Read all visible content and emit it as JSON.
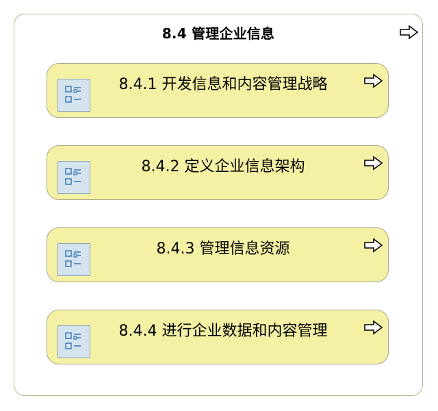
{
  "diagram": {
    "title": "8.4 管理企业信息",
    "outer_arrow_icon": "hollow-right-arrow",
    "item_icon": "activity-list-icon",
    "items": [
      {
        "label": "8.4.1 开发信息和内容管理战略"
      },
      {
        "label": "8.4.2 定义企业信息架构"
      },
      {
        "label": "8.4.3 管理信息资源"
      },
      {
        "label": "8.4.4 进行企业数据和内容管理"
      }
    ],
    "colors": {
      "container_border": "#b8b88c",
      "box_fill": "#f4f0a4",
      "box_border": "#a9a98a",
      "icon_fill": "#d4e3ee",
      "icon_stroke": "#3a7ab8"
    }
  }
}
